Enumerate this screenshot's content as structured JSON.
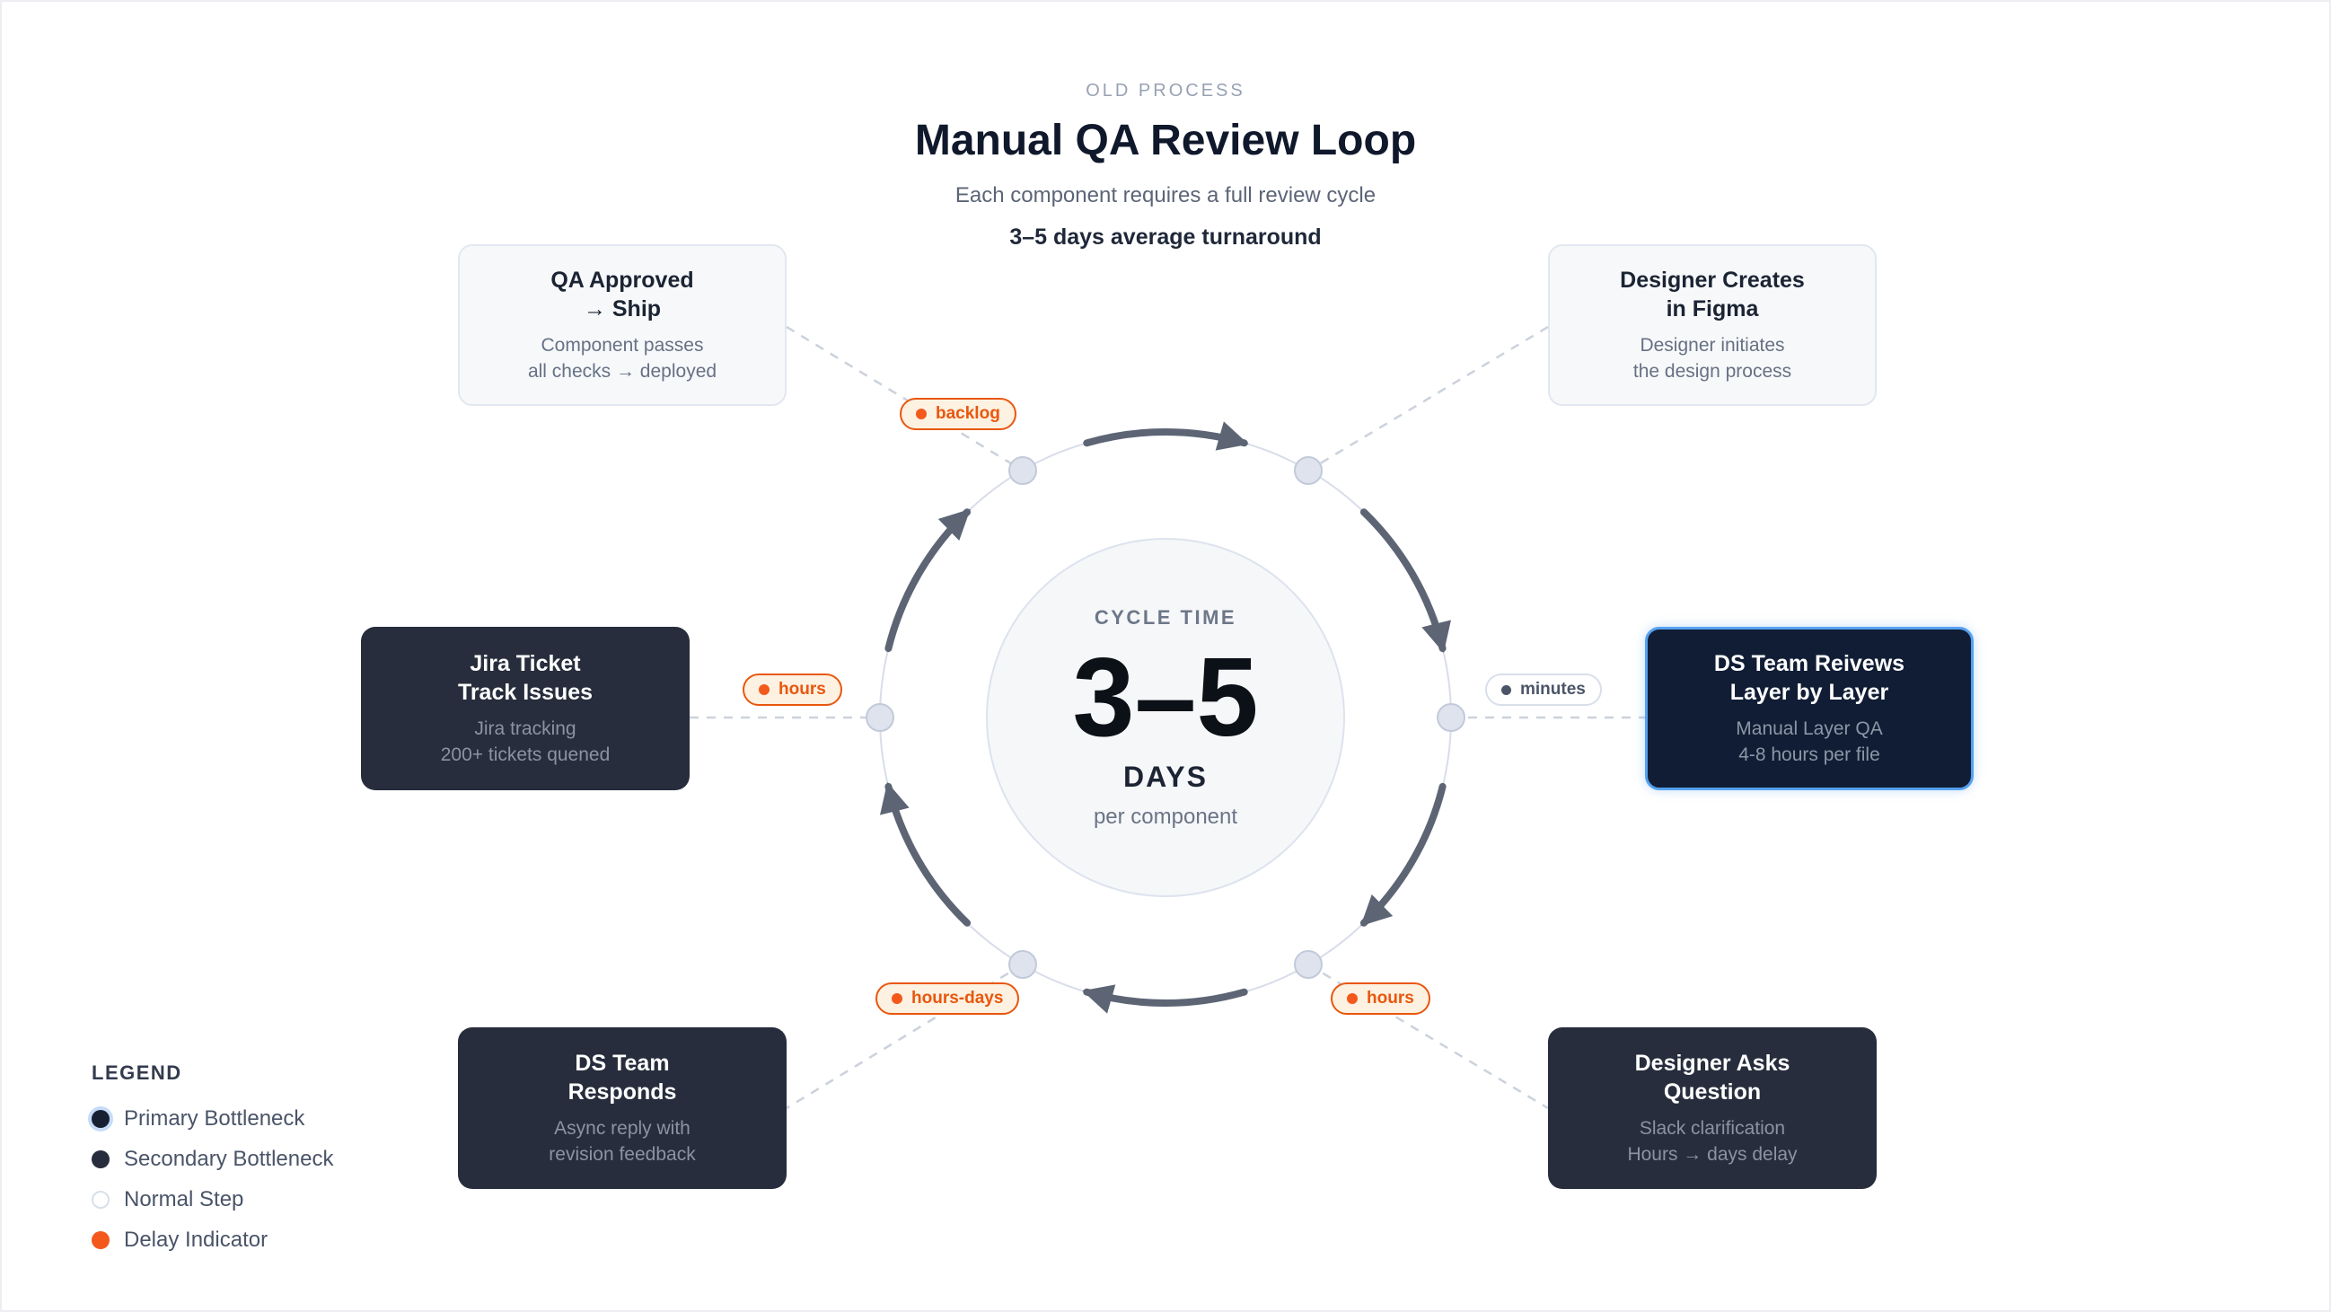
{
  "header": {
    "eyebrow": "OLD PROCESS",
    "title": "Manual QA Review Loop",
    "subtitle": "Each component requires a full review cycle",
    "highlight": "3–5 days average turnaround"
  },
  "center": {
    "label": "CYCLE TIME",
    "value": "3–5",
    "unit": "DAYS",
    "caption": "per component"
  },
  "steps": [
    {
      "id": "qa-approved-ship",
      "variant": "normal-step",
      "title1": "QA Approved",
      "title2": "→ Ship",
      "desc1": "Component passes",
      "desc2": "all checks → deployed"
    },
    {
      "id": "designer-creates",
      "variant": "normal-step",
      "title1": "Designer Creates",
      "title2": "in Figma",
      "desc1": "Designer initiates",
      "desc2": "the design process"
    },
    {
      "id": "jira-ticket",
      "variant": "secondary-bottleneck",
      "title1": "Jira Ticket",
      "title2": "Track Issues",
      "desc1": "Jira tracking",
      "desc2": "200+ tickets quened"
    },
    {
      "id": "ds-team-reviews",
      "variant": "primary-bottleneck",
      "title1": "DS Team Reivews",
      "title2": "Layer by Layer",
      "desc1": "Manual Layer QA",
      "desc2": "4-8 hours per file"
    },
    {
      "id": "ds-team-responds",
      "variant": "secondary-bottleneck",
      "title1": "DS Team",
      "title2": "Responds",
      "desc1": "Async reply with",
      "desc2": "revision feedback"
    },
    {
      "id": "designer-asks",
      "variant": "secondary-bottleneck",
      "title1": "Designer Asks",
      "title2": "Question",
      "desc1": "Slack clarification",
      "desc2": "Hours → days delay"
    }
  ],
  "badges": [
    {
      "id": "badge-backlog",
      "label": "backlog",
      "variant": "delay"
    },
    {
      "id": "badge-hours-left",
      "label": "hours",
      "variant": "delay"
    },
    {
      "id": "badge-minutes",
      "label": "minutes",
      "variant": "normal"
    },
    {
      "id": "badge-hours-days",
      "label": "hours-days",
      "variant": "delay"
    },
    {
      "id": "badge-hours-right",
      "label": "hours",
      "variant": "delay"
    }
  ],
  "legend": {
    "title": "LEGEND",
    "items": [
      {
        "label": "Primary Bottleneck",
        "type": "primary"
      },
      {
        "label": "Secondary Bottleneck",
        "type": "secondary"
      },
      {
        "label": "Normal Step",
        "type": "normal"
      },
      {
        "label": "Delay Indicator",
        "type": "delay"
      }
    ]
  },
  "colors": {
    "accent_orange": "#e8570e",
    "accent_blue": "#55a0f0",
    "dark_card": "#272d3c",
    "primary_card": "#101d35",
    "ring": "#d8dde9",
    "arrow": "#5d6575"
  }
}
